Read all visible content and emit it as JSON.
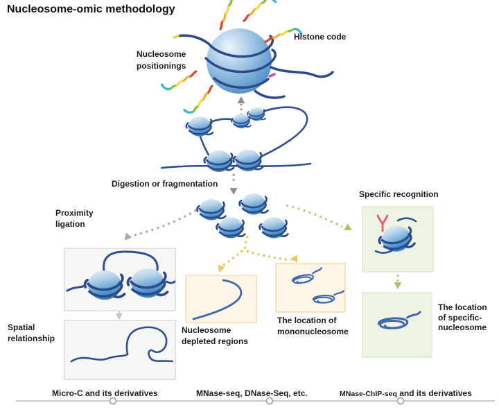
{
  "title": "Nucleosome-omic methodology",
  "labels": {
    "nucleosome_positionings": "Nucleosome\npositionings",
    "histone_code": "Histone code",
    "digestion": "Digestion or fragmentation",
    "proximity_ligation": "Proximity\nligation",
    "spatial_relationship": "Spatial\nrelationship",
    "specific_recognition": "Specific recognition",
    "nucleosome_depleted": "Nucleosome\ndepleted regions",
    "mononucleosome": "The location of\nmononucleosome",
    "specific_nucleosome": "The location\nof specific-\nnucleosome"
  },
  "timeline": {
    "micro_c": "Micro-C and its derivatives",
    "mnase": "MNase-seq, DNase-Seq, etc.",
    "mnase_chip_prefix": "MNase-ChIP-seq",
    "mnase_chip_suffix": " and its derivatives"
  },
  "colors": {
    "dna_blue": "#2b4a8c",
    "nucleosome_blue": "#3f86c2",
    "gray_arrow": "#9a9a9a",
    "yellow_arrow": "#e9c75c",
    "green_arrow": "#aac87c",
    "orange_box_bg": "#fdf5e7",
    "orange_box_border": "#f2cd8d",
    "green_box_bg": "#edf4e6",
    "green_box_border": "#d5e3c6",
    "gray_box_bg": "#f7f7f6",
    "gray_box_border": "#c9c9c9",
    "antibody_red": "#e3606e"
  }
}
